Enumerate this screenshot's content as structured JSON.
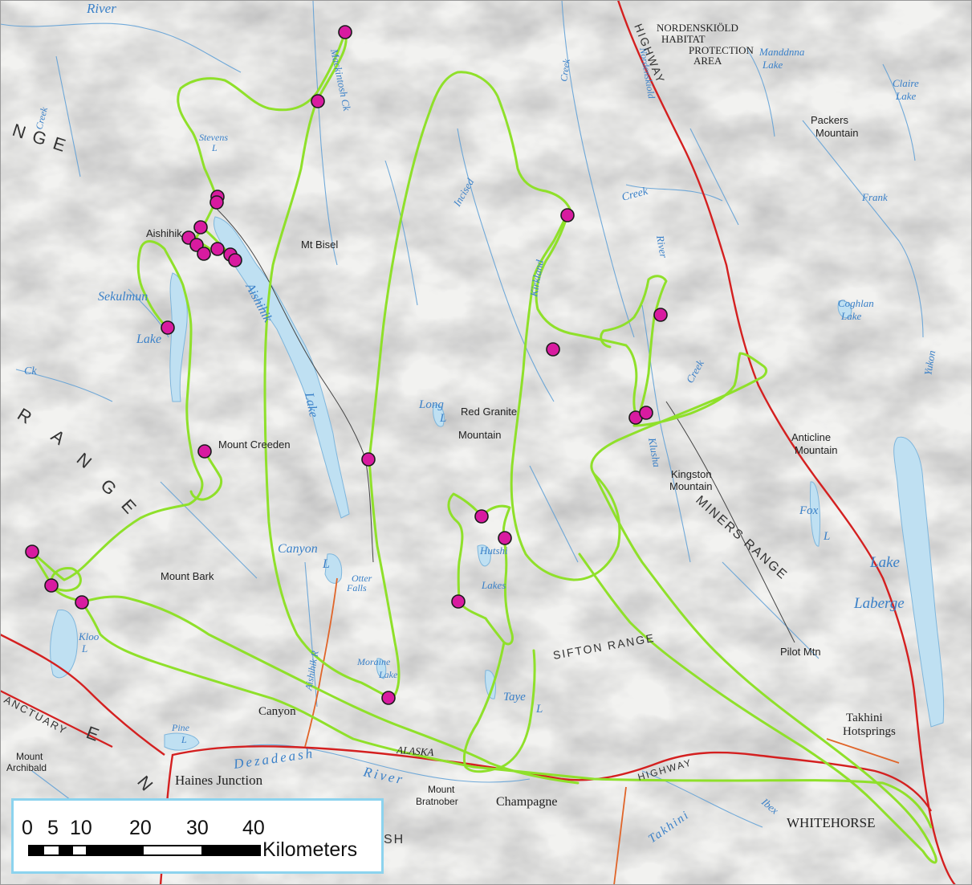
{
  "map": {
    "place_labels": [
      {
        "id": "nordenskiold",
        "text": "NORDENSKIÖLD"
      },
      {
        "id": "habitat",
        "text": "HABITAT"
      },
      {
        "id": "protection",
        "text": "PROTECTION"
      },
      {
        "id": "area",
        "text": "AREA"
      },
      {
        "id": "packers",
        "text": "Packers"
      },
      {
        "id": "packers-mtn",
        "text": "Mountain"
      },
      {
        "id": "aishihik",
        "text": "Aishihik"
      },
      {
        "id": "mt-bisel",
        "text": "Mt Bisel"
      },
      {
        "id": "red-granite",
        "text": "Red Granite"
      },
      {
        "id": "red-granite-mtn",
        "text": "Mountain"
      },
      {
        "id": "mount-creeden",
        "text": "Mount Creeden"
      },
      {
        "id": "mount-bark",
        "text": "Mount Bark"
      },
      {
        "id": "anticline",
        "text": "Anticline"
      },
      {
        "id": "anticline-mtn",
        "text": "Mountain"
      },
      {
        "id": "kingston",
        "text": "Kingston"
      },
      {
        "id": "kingston-mtn",
        "text": "Mountain"
      },
      {
        "id": "pilot-mtn",
        "text": "Pilot Mtn"
      },
      {
        "id": "takhini",
        "text": "Takhini"
      },
      {
        "id": "hotsprings",
        "text": "Hotsprings"
      },
      {
        "id": "whitehorse",
        "text": "WHITEHORSE"
      },
      {
        "id": "canyon",
        "text": "Canyon"
      },
      {
        "id": "haines",
        "text": "Haines Junction"
      },
      {
        "id": "champagne",
        "text": "Champagne"
      },
      {
        "id": "mount-bratnober",
        "text": "Mount"
      },
      {
        "id": "bratnober",
        "text": "Bratnober"
      },
      {
        "id": "mount-archibald",
        "text": "Mount"
      },
      {
        "id": "archibald",
        "text": "Archibald"
      }
    ],
    "water_labels": [
      {
        "id": "river-top",
        "text": "River"
      },
      {
        "id": "creek-top",
        "text": "Creek"
      },
      {
        "id": "nordenskiold-r",
        "text": "Nordenskiold"
      },
      {
        "id": "manddnna",
        "text": "Manddnna"
      },
      {
        "id": "manddnna-lake",
        "text": "Lake"
      },
      {
        "id": "claire",
        "text": "Claire"
      },
      {
        "id": "claire-lake",
        "text": "Lake"
      },
      {
        "id": "mackintosh",
        "text": "Mackintosh Ck"
      },
      {
        "id": "stevens",
        "text": "Stevens"
      },
      {
        "id": "stevens-l",
        "text": "L"
      },
      {
        "id": "incised",
        "text": "Incised"
      },
      {
        "id": "kirkland",
        "text": "Kirkland"
      },
      {
        "id": "creek-mid",
        "text": "Creek"
      },
      {
        "id": "frank",
        "text": "Frank"
      },
      {
        "id": "river-right",
        "text": "River"
      },
      {
        "id": "coghlan",
        "text": "Coghlan"
      },
      {
        "id": "coghlan-lake",
        "text": "Lake"
      },
      {
        "id": "sekulmun",
        "text": "Sekulmun"
      },
      {
        "id": "sekulmun-lake",
        "text": "Lake"
      },
      {
        "id": "aishihik-lake-1",
        "text": "Aishihik"
      },
      {
        "id": "aishihik-lake-2",
        "text": "Lake"
      },
      {
        "id": "ck-left",
        "text": "Ck"
      },
      {
        "id": "long",
        "text": "Long"
      },
      {
        "id": "long-l",
        "text": "L"
      },
      {
        "id": "creek-right",
        "text": "Creek"
      },
      {
        "id": "klusha",
        "text": "Klusha"
      },
      {
        "id": "yukon",
        "text": "Yukon"
      },
      {
        "id": "fox",
        "text": "Fox"
      },
      {
        "id": "fox-l",
        "text": "L"
      },
      {
        "id": "lake-laberge-1",
        "text": "Lake"
      },
      {
        "id": "lake-laberge-2",
        "text": "Laberge"
      },
      {
        "id": "canyon-l",
        "text": "Canyon"
      },
      {
        "id": "canyon-l2",
        "text": "L"
      },
      {
        "id": "otter",
        "text": "Otter"
      },
      {
        "id": "otter-falls",
        "text": "Falls"
      },
      {
        "id": "hutshi",
        "text": "Hutshi"
      },
      {
        "id": "hutshi-lakes",
        "text": "Lakes"
      },
      {
        "id": "aishihik-river",
        "text": "Aishihik R"
      },
      {
        "id": "moraine",
        "text": "Moraine"
      },
      {
        "id": "moraine-lake",
        "text": "Lake"
      },
      {
        "id": "taye",
        "text": "Taye"
      },
      {
        "id": "taye-l",
        "text": "L"
      },
      {
        "id": "kloo",
        "text": "Kloo"
      },
      {
        "id": "kloo-l",
        "text": "L"
      },
      {
        "id": "pine",
        "text": "Pine"
      },
      {
        "id": "pine-l",
        "text": "L"
      },
      {
        "id": "dezadeash",
        "text": "Dezadeash"
      },
      {
        "id": "river-bottom",
        "text": "River"
      },
      {
        "id": "takhini-r",
        "text": "Takhini"
      },
      {
        "id": "ibex",
        "text": "Ibex"
      },
      {
        "id": "creek-left",
        "text": "Creek"
      }
    ],
    "range_labels": [
      {
        "id": "range-nge",
        "text": "N G E"
      },
      {
        "id": "range-r",
        "text": "R"
      },
      {
        "id": "range-a",
        "text": "A"
      },
      {
        "id": "range-n",
        "text": "N"
      },
      {
        "id": "range-g",
        "text": "G"
      },
      {
        "id": "range-e",
        "text": "E"
      },
      {
        "id": "miners-range",
        "text": "MINERS RANGE"
      },
      {
        "id": "sifton-range",
        "text": "SIFTON RANGE"
      },
      {
        "id": "sanctuary",
        "text": "ANCTUARY"
      },
      {
        "id": "range-e2",
        "text": "E"
      },
      {
        "id": "range-n2",
        "text": "N"
      },
      {
        "id": "sh",
        "text": "SH"
      }
    ],
    "road_labels": [
      {
        "id": "highway-top",
        "text": "HIGHWAY"
      },
      {
        "id": "alaska",
        "text": "ALASKA"
      },
      {
        "id": "highway-bottom",
        "text": "HIGHWAY"
      }
    ],
    "colors": {
      "track": "#8fe02a",
      "point_fill": "#d81ba0",
      "point_stroke": "#1a1a1a",
      "highway": "#d42020",
      "secondary_road": "#e0652a",
      "water": "#3a80c8",
      "lake_fill": "#bfe0f2",
      "scale_border": "#8cd3ee"
    }
  },
  "scale_bar": {
    "ticks": [
      "0",
      "5",
      "10",
      "20",
      "30",
      "40"
    ],
    "units": "Kilometers"
  }
}
